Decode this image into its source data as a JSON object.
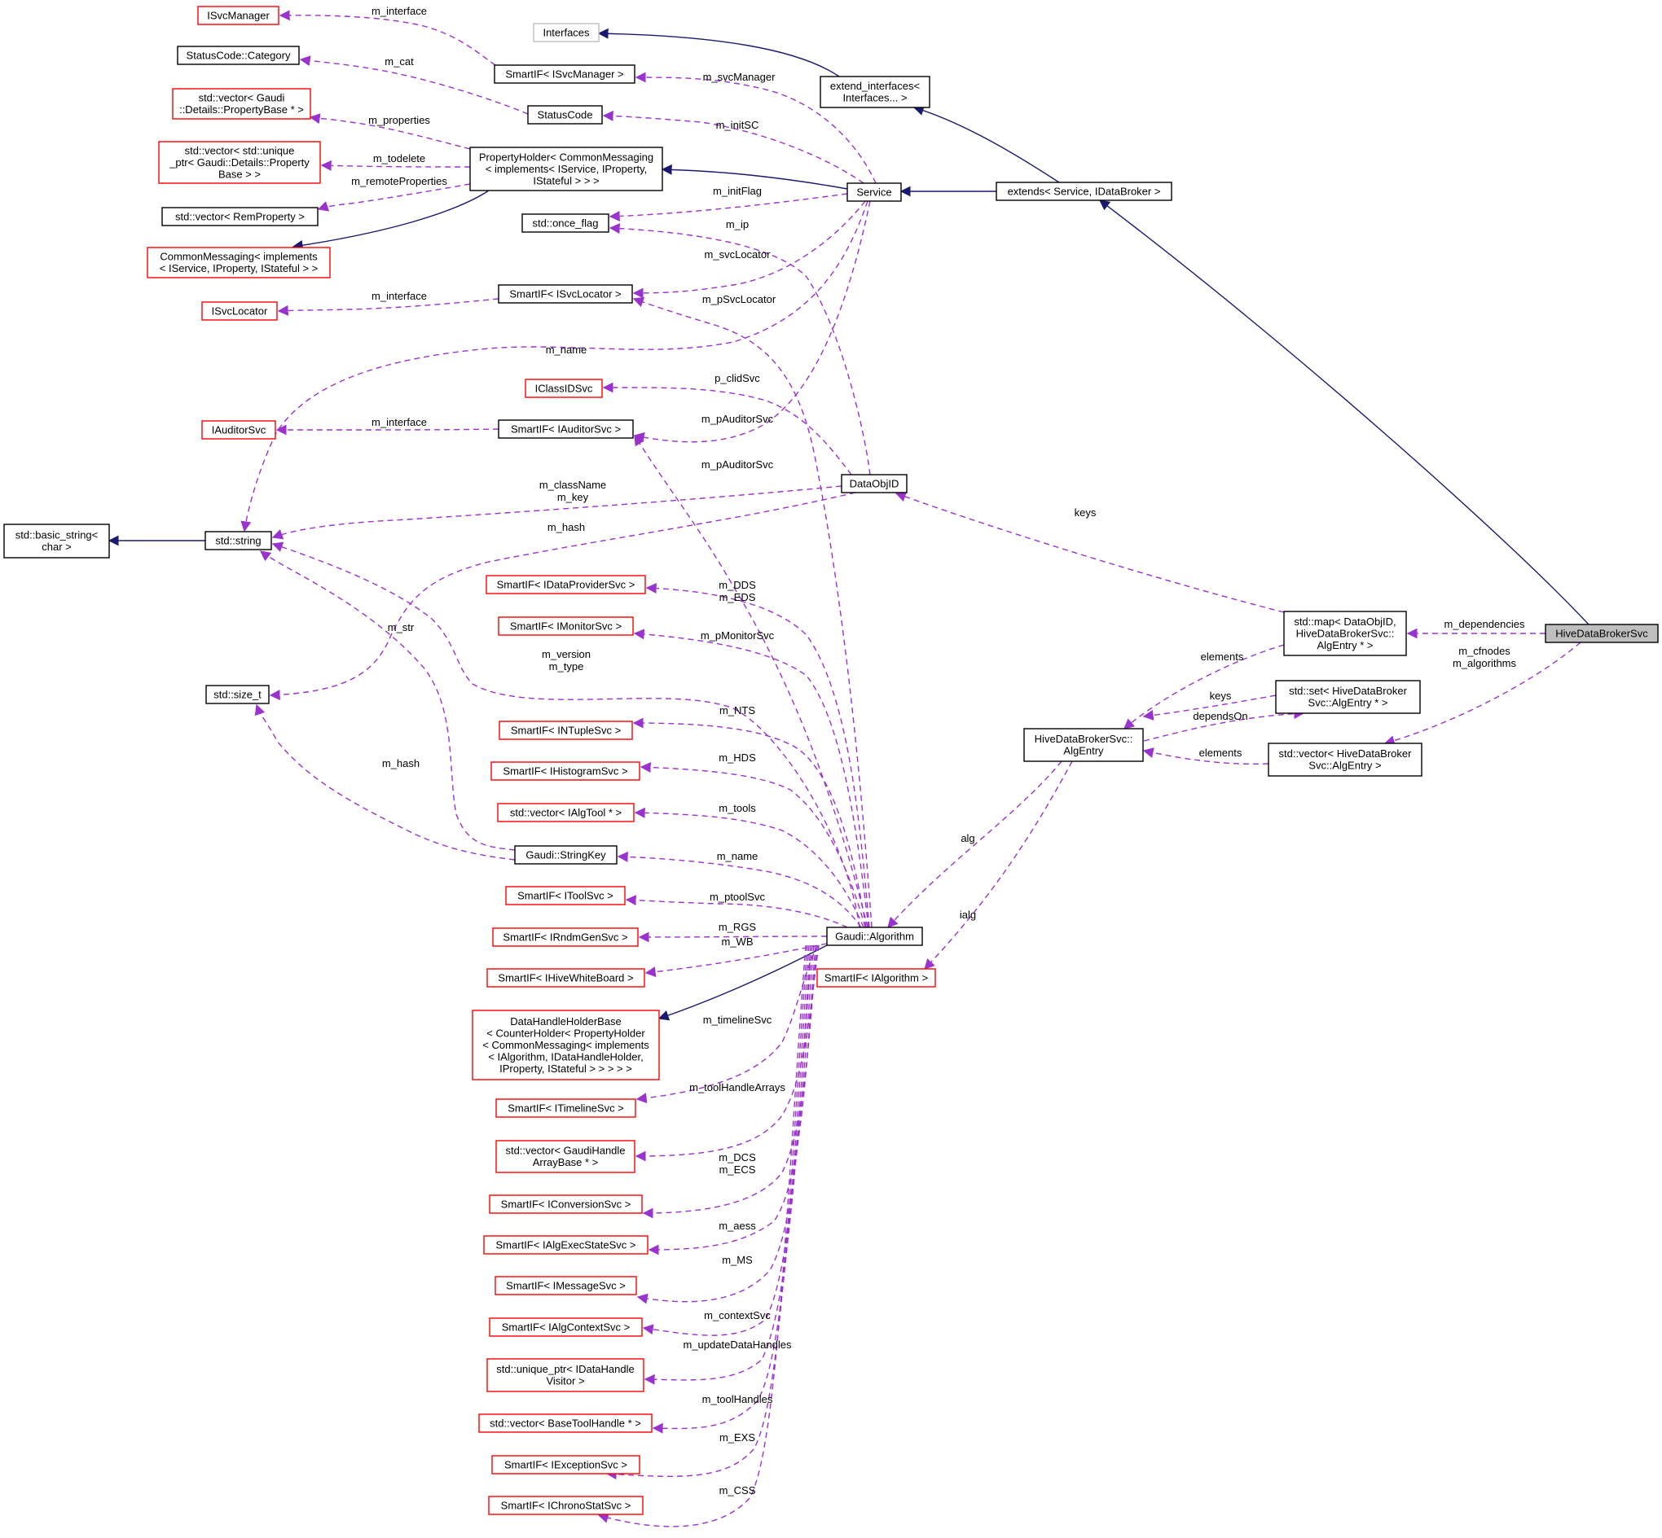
{
  "colors": {
    "inheritance_edge": "#191970",
    "member_edge": "#9a32cd",
    "node_border_default": "#000000",
    "node_border_undocumented": "#ff0000",
    "node_border_external": "#bfbfbf",
    "focus_fill": "#bfbfbf",
    "node_fill": "#ffffff"
  },
  "nodes": {
    "isvcmanager": {
      "lines": [
        "ISvcManager"
      ],
      "style": "red"
    },
    "statuscode_category": {
      "lines": [
        "StatusCode::Category"
      ],
      "style": "black"
    },
    "vector_propertybase": {
      "lines": [
        "std::vector< Gaudi",
        "::Details::PropertyBase * >"
      ],
      "style": "red"
    },
    "vector_unique_ptr": {
      "lines": [
        "std::vector< std::unique",
        "_ptr< Gaudi::Details::Property",
        "Base > >"
      ],
      "style": "red"
    },
    "vector_remproperty": {
      "lines": [
        "std::vector< RemProperty >"
      ],
      "style": "black"
    },
    "commonmessaging": {
      "lines": [
        "CommonMessaging< implements",
        "< IService, IProperty, IStateful > >"
      ],
      "style": "red"
    },
    "isvclocator": {
      "lines": [
        "ISvcLocator"
      ],
      "style": "red"
    },
    "iauditorsvc": {
      "lines": [
        "IAuditorSvc"
      ],
      "style": "red"
    },
    "basic_string": {
      "lines": [
        "std::basic_string<",
        "char >"
      ],
      "style": "black"
    },
    "std_string": {
      "lines": [
        "std::string"
      ],
      "style": "black"
    },
    "size_t": {
      "lines": [
        "std::size_t"
      ],
      "style": "black"
    },
    "interfaces": {
      "lines": [
        "Interfaces"
      ],
      "style": "gray"
    },
    "smartif_isvcmanager": {
      "lines": [
        "SmartIF< ISvcManager >"
      ],
      "style": "black"
    },
    "statuscode": {
      "lines": [
        "StatusCode"
      ],
      "style": "black"
    },
    "propertyholder": {
      "lines": [
        "PropertyHolder< CommonMessaging",
        "< implements< IService, IProperty,",
        "IStateful > > >"
      ],
      "style": "black"
    },
    "once_flag": {
      "lines": [
        "std::once_flag"
      ],
      "style": "black"
    },
    "smartif_isvclocator": {
      "lines": [
        "SmartIF< ISvcLocator >"
      ],
      "style": "black"
    },
    "iclassidsvc": {
      "lines": [
        "IClassIDSvc"
      ],
      "style": "red"
    },
    "smartif_iauditorsvc": {
      "lines": [
        "SmartIF< IAuditorSvc >"
      ],
      "style": "black"
    },
    "smartif_idataprovidersvc": {
      "lines": [
        "SmartIF< IDataProviderSvc >"
      ],
      "style": "red"
    },
    "smartif_imonitorsvc": {
      "lines": [
        "SmartIF< IMonitorSvc >"
      ],
      "style": "red"
    },
    "smartif_intuplesvc": {
      "lines": [
        "SmartIF< INTupleSvc >"
      ],
      "style": "red"
    },
    "smartif_ihistogramsvc": {
      "lines": [
        "SmartIF< IHistogramSvc >"
      ],
      "style": "red"
    },
    "vector_ialgtool": {
      "lines": [
        "std::vector< IAlgTool * >"
      ],
      "style": "red"
    },
    "stringkey": {
      "lines": [
        "Gaudi::StringKey"
      ],
      "style": "black"
    },
    "smartif_itoolsvc": {
      "lines": [
        "SmartIF< IToolSvc >"
      ],
      "style": "red"
    },
    "smartif_irndmgensvc": {
      "lines": [
        "SmartIF< IRndmGenSvc >"
      ],
      "style": "red"
    },
    "smartif_ihivewhiteboard": {
      "lines": [
        "SmartIF< IHiveWhiteBoard >"
      ],
      "style": "red"
    },
    "datahandleholderbase": {
      "lines": [
        "DataHandleHolderBase",
        "< CounterHolder< PropertyHolder",
        "< CommonMessaging< implements",
        "< IAlgorithm, IDataHandleHolder,",
        "IProperty, IStateful > > > > >"
      ],
      "style": "red"
    },
    "smartif_itimelinesvc": {
      "lines": [
        "SmartIF< ITimelineSvc >"
      ],
      "style": "red"
    },
    "vector_gaudihandlearraybase": {
      "lines": [
        "std::vector< GaudiHandle",
        "ArrayBase * >"
      ],
      "style": "red"
    },
    "smartif_iconversionsvc": {
      "lines": [
        "SmartIF< IConversionSvc >"
      ],
      "style": "red"
    },
    "smartif_ialgexecstatesvc": {
      "lines": [
        "SmartIF< IAlgExecStateSvc >"
      ],
      "style": "red"
    },
    "smartif_imessagesvc": {
      "lines": [
        "SmartIF< IMessageSvc >"
      ],
      "style": "red"
    },
    "smartif_ialgcontextsvc": {
      "lines": [
        "SmartIF< IAlgContextSvc >"
      ],
      "style": "red"
    },
    "unique_ptr_idatahandlevisitor": {
      "lines": [
        "std::unique_ptr< IDataHandle",
        "Visitor >"
      ],
      "style": "red"
    },
    "vector_basetoolhandle": {
      "lines": [
        "std::vector< BaseToolHandle * >"
      ],
      "style": "red"
    },
    "smartif_iexceptionsvc": {
      "lines": [
        "SmartIF< IExceptionSvc >"
      ],
      "style": "red"
    },
    "smartif_ichronostatsvc": {
      "lines": [
        "SmartIF< IChronoStatSvc >"
      ],
      "style": "red"
    },
    "extend_interfaces": {
      "lines": [
        "extend_interfaces<",
        "Interfaces... >"
      ],
      "style": "black"
    },
    "service": {
      "lines": [
        "Service"
      ],
      "style": "black"
    },
    "dataobjid": {
      "lines": [
        "DataObjID"
      ],
      "style": "black"
    },
    "gaudi_algorithm": {
      "lines": [
        "Gaudi::Algorithm"
      ],
      "style": "black"
    },
    "smartif_ialgorithm": {
      "lines": [
        "SmartIF< IAlgorithm >"
      ],
      "style": "red"
    },
    "extends_service": {
      "lines": [
        "extends< Service, IDataBroker >"
      ],
      "style": "black"
    },
    "algentry": {
      "lines": [
        "HiveDataBrokerSvc::",
        "AlgEntry"
      ],
      "style": "black"
    },
    "map_dataobjid": {
      "lines": [
        "std::map< DataObjID,",
        "HiveDataBrokerSvc::",
        "AlgEntry * >"
      ],
      "style": "black"
    },
    "set_algentry": {
      "lines": [
        "std::set< HiveDataBroker",
        "Svc::AlgEntry * >"
      ],
      "style": "black"
    },
    "vector_algentry": {
      "lines": [
        "std::vector< HiveDataBroker",
        "Svc::AlgEntry >"
      ],
      "style": "black"
    },
    "hivedatabrokersvc": {
      "lines": [
        "HiveDataBrokerSvc"
      ],
      "style": "focus"
    }
  },
  "edge_labels": {
    "interface_svcmanager": "m_interface",
    "cat": "m_cat",
    "properties": "m_properties",
    "todelete": "m_todelete",
    "remoteproperties": "m_remoteProperties",
    "interface_svclocator": "m_interface",
    "name_service": "m_name",
    "interface_auditor": "m_interface",
    "classname_key": [
      "m_className",
      "m_key"
    ],
    "hash_dataobjid": "m_hash",
    "str": "m_str",
    "version_type": [
      "m_version",
      "m_type"
    ],
    "hash_stringkey": "m_hash",
    "svcmanager": "m_svcManager",
    "initsc": "m_initSC",
    "initflag": "m_initFlag",
    "ip": "m_ip",
    "svclocator": "m_svcLocator",
    "psvclocator": "m_pSvcLocator",
    "pclidsvc": "p_clidSvc",
    "pauditorsvc_service": "m_pAuditorSvc",
    "pauditorsvc_algorithm": "m_pAuditorSvc",
    "dds_eds": [
      "m_DDS",
      "m_EDS"
    ],
    "pmonitorsvc": "m_pMonitorSvc",
    "nts": "m_NTS",
    "hds": "m_HDS",
    "tools": "m_tools",
    "name_algorithm": "m_name",
    "ptoolsvc": "m_ptoolSvc",
    "rgs": "m_RGS",
    "wb": "m_WB",
    "timelinesvc": "m_timelineSvc",
    "toolhandlearrays": "m_toolHandleArrays",
    "dcs_ecs": [
      "m_DCS",
      "m_ECS"
    ],
    "aess": "m_aess",
    "ms": "m_MS",
    "contextsvc": "m_contextSvc",
    "updatedatahandles": "m_updateDataHandles",
    "toolhandles": "m_toolHandles",
    "exs": "m_EXS",
    "css": "m_CSS",
    "keys_map": "keys",
    "elements_map": "elements",
    "keys_set": "keys",
    "dependson": "dependsOn",
    "elements_vector": "elements",
    "alg": "alg",
    "ialg": "ialg",
    "dependencies": "m_dependencies",
    "cfnodes_algorithms": [
      "m_cfnodes",
      "m_algorithms"
    ]
  }
}
